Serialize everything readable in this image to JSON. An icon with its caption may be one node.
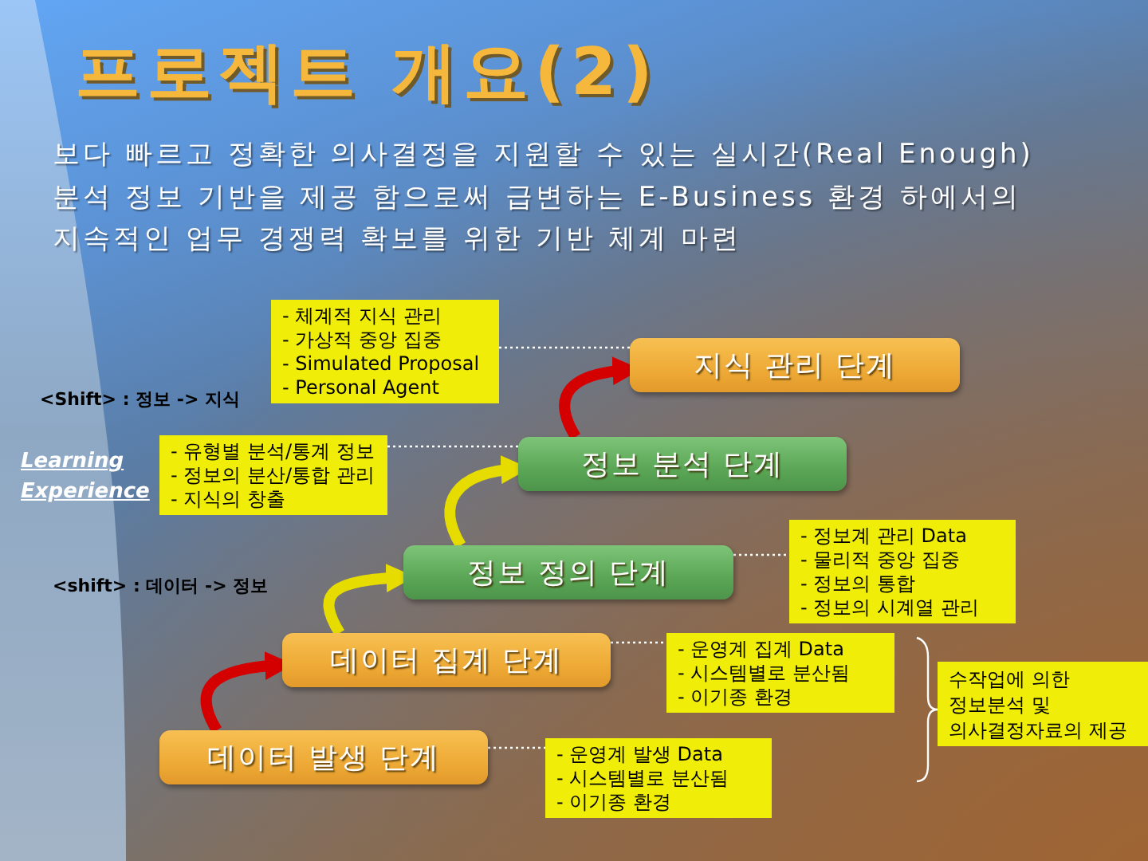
{
  "diagram": {
    "title": "프로젝트 개요(2)",
    "nodes": [
      {
        "text": [
          "- 체계적 지식 관리",
          "- 가상적 중앙 집중",
          "- Simulated Proposal",
          "- Personal Agent"
        ]
      },
      {
        "text": [
          "지식 관리 단계"
        ]
      },
      {
        "text": [
          "- 유형별 분석/통계 정보",
          "- 정보의 분산/통합 관리",
          "- 지식의 창출"
        ]
      },
      {
        "text": [
          "정보 분석 단계"
        ]
      },
      {
        "text": [
          "- 정보계 관리 Data",
          "- 물리적 중앙 집중",
          "- 정보의 통합",
          "- 정보의 시계열 관리"
        ]
      },
      {
        "text": [
          "정보 정의 단계"
        ]
      },
      {
        "text": [
          "데이터 집계 단계"
        ]
      },
      {
        "text": [
          "- 운영계 집계 Data",
          "- 시스템별로 분산됨",
          "- 이기종 환경"
        ]
      },
      {
        "text": [
          "수작업에 의한 정보분석 및 의사결정자료의 제공"
        ]
      },
      {
        "text": [
          "데이터 발생 단계"
        ]
      },
      {
        "text": [
          "- 운영계 발생 Data",
          "- 시스템별로 분산됨",
          "- 이기종 환경"
        ]
      }
    ],
    "edges": [
      {
        "from": 1,
        "to": 0,
        "arrow": "none",
        "style": "dashed"
      },
      {
        "from": 3,
        "to": 1,
        "arrow": "to",
        "style": "thick",
        "color": "#d40000"
      },
      {
        "from": 3,
        "to": 2,
        "arrow": "none",
        "style": "dashed"
      },
      {
        "from": 5,
        "to": 3,
        "arrow": "to",
        "style": "thick",
        "color": "#e6dc00"
      },
      {
        "from": 5,
        "to": 4,
        "arrow": "none",
        "style": "dashed"
      },
      {
        "from": 6,
        "to": 5,
        "arrow": "to",
        "style": "thick",
        "color": "#e6dc00"
      },
      {
        "from": 6,
        "to": 7,
        "arrow": "none",
        "style": "dashed"
      },
      {
        "from": 9,
        "to": 6,
        "arrow": "to",
        "style": "thick",
        "color": "#d40000"
      },
      {
        "from": 9,
        "to": 10,
        "arrow": "none",
        "style": "dashed"
      }
    ],
    "labels": [
      "보다 빠르고 정확한 의사결정을 지원할 수 있는 실시간(Real Enough) 분석 정보 기반을 제공 함으로써 급변하는 E-Business 환경 하에서의 지속적인 업무 경쟁력 확보를 위한 기반 체계 마련",
      "<Shift> : 정보 -> 지식",
      "Learning Experience",
      "<shift> : 데이터 -> 정보"
    ]
  }
}
